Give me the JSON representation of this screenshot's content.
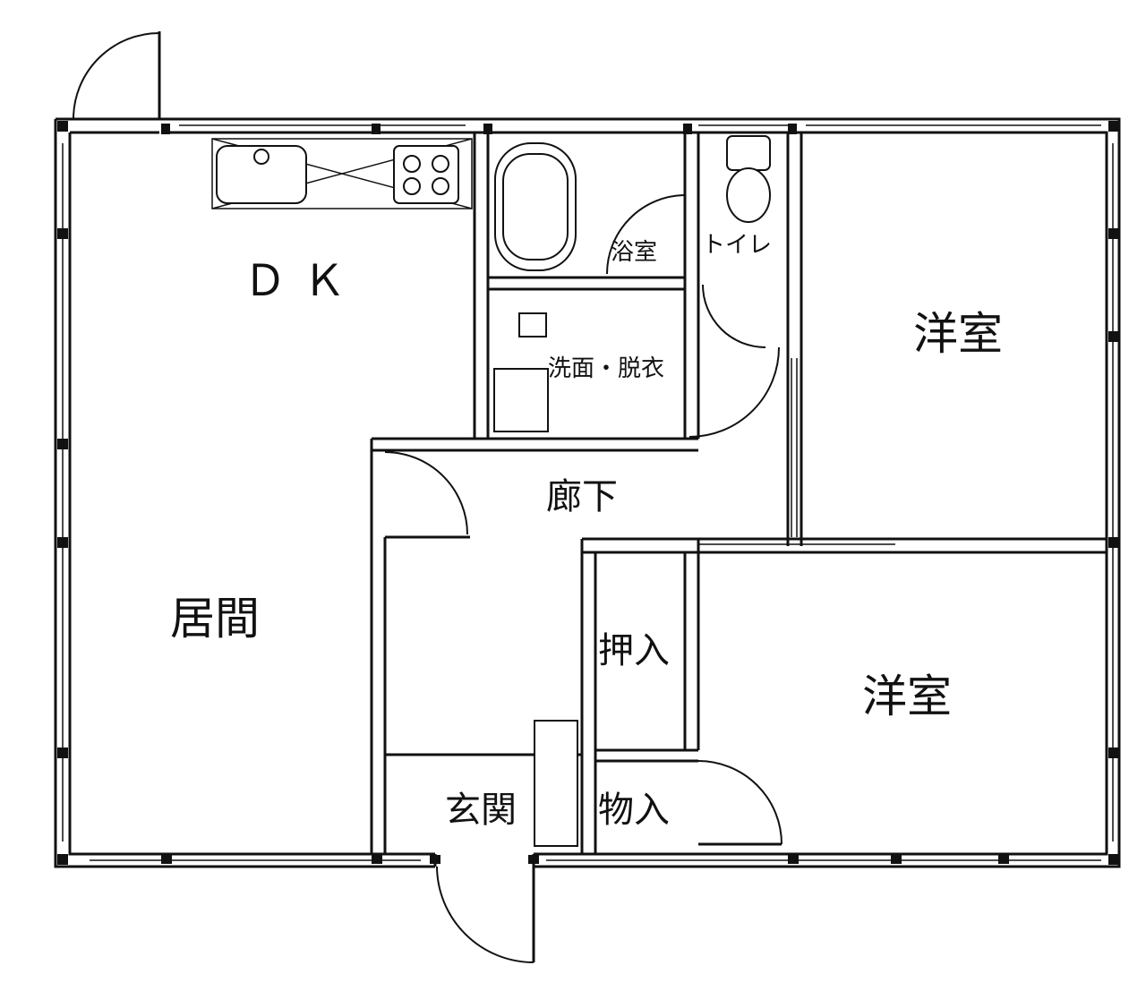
{
  "plan": {
    "rooms": {
      "dk": "ＤＫ",
      "living": "居間",
      "western_room_1": "洋室",
      "western_room_2": "洋室",
      "hallway": "廊下",
      "bathroom": "浴室",
      "toilet": "トイレ",
      "washroom": "洗面・脱衣",
      "closet": "押入",
      "storage": "物入",
      "entrance": "玄関"
    }
  }
}
